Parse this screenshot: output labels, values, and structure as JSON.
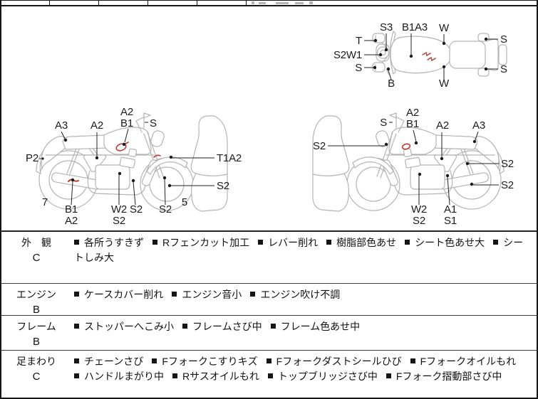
{
  "colors": {
    "line": "#b4b4b4",
    "mark": "#bf3a30",
    "ink": "#161616"
  },
  "diagram": {
    "top_view": {
      "labels": [
        "T",
        "S2W1",
        "S",
        "S3",
        "B1A3",
        "W",
        "S",
        "S",
        "B",
        "W"
      ]
    },
    "left_bike": {
      "labels": [
        "A3",
        "A2",
        "A2",
        "B1",
        "S",
        "P2",
        "T1A2",
        "S2",
        "7",
        "B1",
        "A2",
        "W2",
        "S2",
        "S2",
        "S2",
        "5"
      ]
    },
    "right_bike": {
      "labels": [
        "S2",
        "S",
        "A2",
        "B1",
        "A2",
        "A3",
        "S2",
        "S2",
        "W2",
        "S2",
        "A1",
        "S1"
      ]
    }
  },
  "inspection": {
    "sections": [
      {
        "category": "外　観",
        "grade": "C",
        "items": [
          "各所うすきず",
          "Rフェンカット加工",
          "レバー削れ",
          "樹脂部色あせ",
          "シート色あせ大",
          "シートしみ大"
        ]
      },
      {
        "category": "エンジン",
        "grade": "B",
        "items": [
          "ケースカバー削れ",
          "エンジン音小",
          "エンジン吹け不調"
        ]
      },
      {
        "category": "フレーム",
        "grade": "B",
        "items": [
          "ストッパーへこみ小",
          "フレームさび中",
          "フレーム色あせ中"
        ]
      },
      {
        "category": "足まわり",
        "grade": "C",
        "items": [
          "チェーンさび",
          "Fフォークこすりキズ",
          "Fフォークダストシールひび",
          "Fフォークオイルもれ",
          "ハンドルまがり中",
          "Rサスオイルもれ",
          "トップブリッジさび中",
          "Fフォーク摺動部さび中"
        ]
      }
    ]
  }
}
